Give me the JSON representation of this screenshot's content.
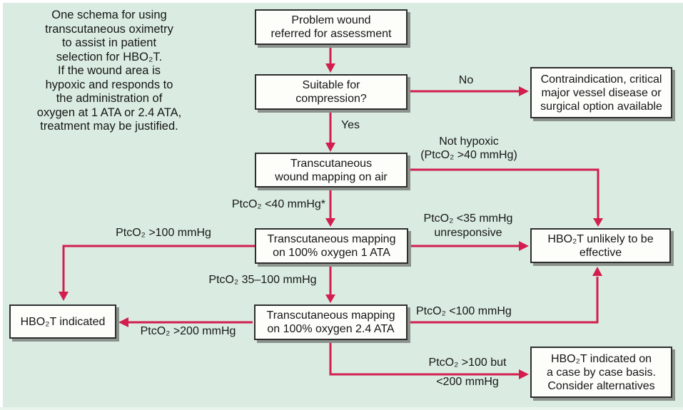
{
  "figure": {
    "intro": "One schema for using\ntranscutaneous oximetry\nto assist in patient\nselection for HBO₂T.\nIf the wound area is\nhypoxic and responds to\nthe administration of\noxygen at 1 ATA or 2.4 ATA,\ntreatment may be justified."
  },
  "colors": {
    "background": "#daece1",
    "arrow": "#d21e4e",
    "box_fill": "#fdfdfa",
    "box_border": "#2e2e2e",
    "box_shadow": "#8c938c",
    "text": "#161616"
  },
  "nodes": {
    "assessment": {
      "label": "Problem wound\nreferred for assessment"
    },
    "compression": {
      "label": "Suitable for\ncompression?"
    },
    "contraindication": {
      "label": "Contraindication, critical\nmajor vessel disease or\nsurgical option available"
    },
    "air_mapping": {
      "label": "Transcutaneous\nwound mapping on air"
    },
    "oxygen_1ata": {
      "label": "Transcutaneous mapping\non 100% oxygen 1 ATA"
    },
    "unlikely": {
      "label": "HBO₂T unlikely to be\neffective"
    },
    "indicated": {
      "label": "HBO₂T indicated"
    },
    "oxygen_24ata": {
      "label": "Transcutaneous mapping\non 100% oxygen 2.4 ATA"
    },
    "case_by_case": {
      "label": "HBO₂T indicated on\na case by case basis.\nConsider alternatives"
    }
  },
  "edge_labels": {
    "no": "No",
    "yes": "Yes",
    "not_hypoxic": "Not hypoxic\n(PtcO₂ >40 mmHg)",
    "below_40": "PtcO₂ <40 mmHg*",
    "unresponsive": "PtcO₂ <35 mmHg\nunresponsive",
    "above_100": "PtcO₂ >100 mmHg",
    "mid_range": "PtcO₂ 35–100 mmHg",
    "above_200": "PtcO₂ >200 mmHg",
    "below_100": "PtcO₂ <100 mmHg",
    "between_100_200": "PtcO₂ >100 but\n<200 mmHg"
  }
}
